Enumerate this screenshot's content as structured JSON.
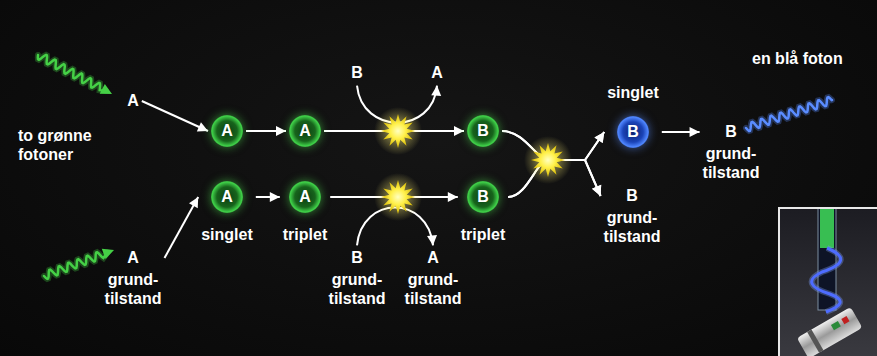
{
  "diagram": {
    "nodes": [
      {
        "text": [
          "A"
        ]
      },
      {
        "text": [
          "A",
          "grund- tilstand"
        ]
      },
      {
        "text": [
          "A"
        ]
      },
      {
        "text": [
          "A",
          "singlet"
        ]
      },
      {
        "text": [
          "A"
        ]
      },
      {
        "text": [
          "A",
          "triplet"
        ]
      },
      {
        "text": [
          "B"
        ]
      },
      {
        "text": [
          "A"
        ]
      },
      {
        "text": [
          "B",
          "grund- tilstand"
        ]
      },
      {
        "text": [
          "A",
          "grund- tilstand"
        ]
      },
      {
        "text": [
          "B"
        ]
      },
      {
        "text": [
          "B",
          "triplet"
        ]
      },
      {
        "text": [
          "singlet",
          "B"
        ]
      },
      {
        "text": [
          "B",
          "grund- tilstand"
        ]
      },
      {
        "text": [
          "B",
          "grund- tilstand"
        ]
      }
    ],
    "edges": [
      {
        "from": 0,
        "to": 2,
        "arrow": "to"
      },
      {
        "from": 1,
        "to": 3,
        "arrow": "to"
      },
      {
        "from": 2,
        "to": 4,
        "arrow": "to"
      },
      {
        "from": 3,
        "to": 5,
        "arrow": "to"
      },
      {
        "from": 4,
        "to": 10,
        "arrow": "to"
      },
      {
        "from": 5,
        "to": 11,
        "arrow": "to"
      },
      {
        "from": 6,
        "to": 7,
        "arrow": "to"
      },
      {
        "from": 8,
        "to": 9,
        "arrow": "to"
      },
      {
        "from": 10,
        "to": 12,
        "arrow": "to"
      },
      {
        "from": 10,
        "to": 13,
        "arrow": "to"
      },
      {
        "from": 11,
        "to": 12,
        "arrow": "to"
      },
      {
        "from": 11,
        "to": 13,
        "arrow": "to"
      },
      {
        "from": 12,
        "to": 14,
        "arrow": "to"
      }
    ],
    "labels": [
      "to grønne fotoner",
      "en blå foton"
    ]
  }
}
